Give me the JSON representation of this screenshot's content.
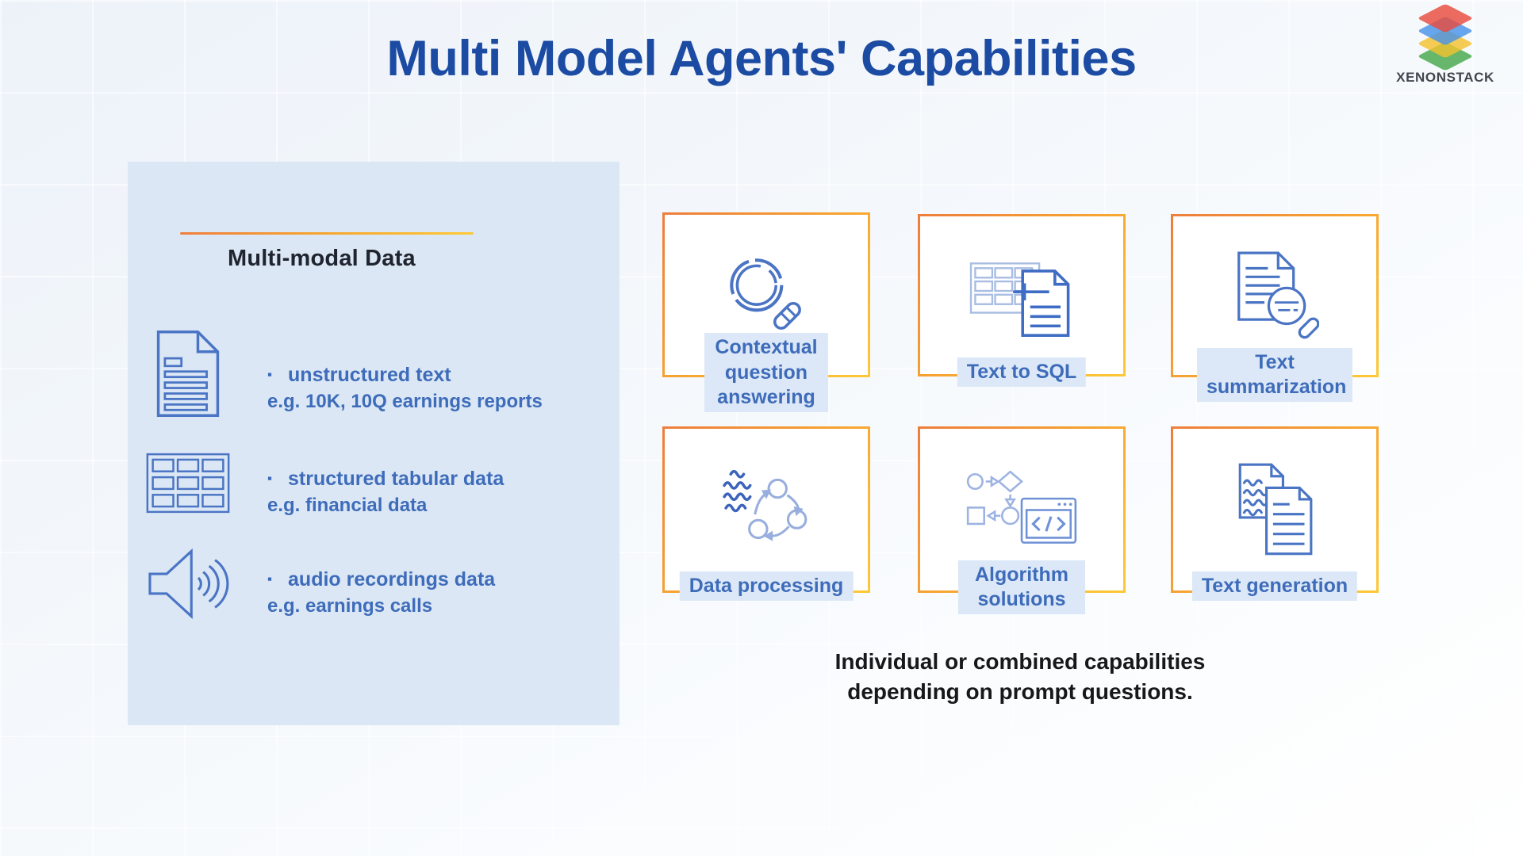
{
  "page": {
    "title": "Multi Model Agents' Capabilities",
    "caption_line1": "Individual or combined capabilities",
    "caption_line2": "depending on prompt questions."
  },
  "logo": {
    "brand": "XENONSTACK",
    "layer_colors": [
      "#e84c3d",
      "#4793e8",
      "#f3c230",
      "#46a84c"
    ]
  },
  "panel": {
    "heading": "Multi-modal Data",
    "bullet": "▪",
    "items": [
      {
        "icon": "document-icon",
        "label": "unstructured text",
        "example": "e.g. 10K, 10Q earnings reports"
      },
      {
        "icon": "table-icon",
        "label": "structured tabular data",
        "example": "e.g. financial data"
      },
      {
        "icon": "speaker-icon",
        "label": "audio recordings data",
        "example": "e.g. earnings calls"
      }
    ]
  },
  "capabilities": [
    {
      "icon": "magnifier-icon",
      "label": "Contextual question answering"
    },
    {
      "icon": "table-document-icon",
      "label": "Text to SQL"
    },
    {
      "icon": "document-magnifier-icon",
      "label": "Text summarization"
    },
    {
      "icon": "waves-cycle-icon",
      "label": "Data processing"
    },
    {
      "icon": "flowchart-code-icon",
      "label": "Algorithm solutions"
    },
    {
      "icon": "documents-copy-icon",
      "label": "Text generation"
    }
  ],
  "colors": {
    "title_blue": "#1c4ba3",
    "body_blue": "#3e6cba",
    "panel_background": "#dbe7f5",
    "label_background": "#dce8f7",
    "border_orange": "#ee7d3c",
    "border_yellow": "#fdc937",
    "icon_blue": "#4a74c4",
    "icon_light_blue": "#9bb3e1",
    "caption_dark": "#17181a"
  }
}
